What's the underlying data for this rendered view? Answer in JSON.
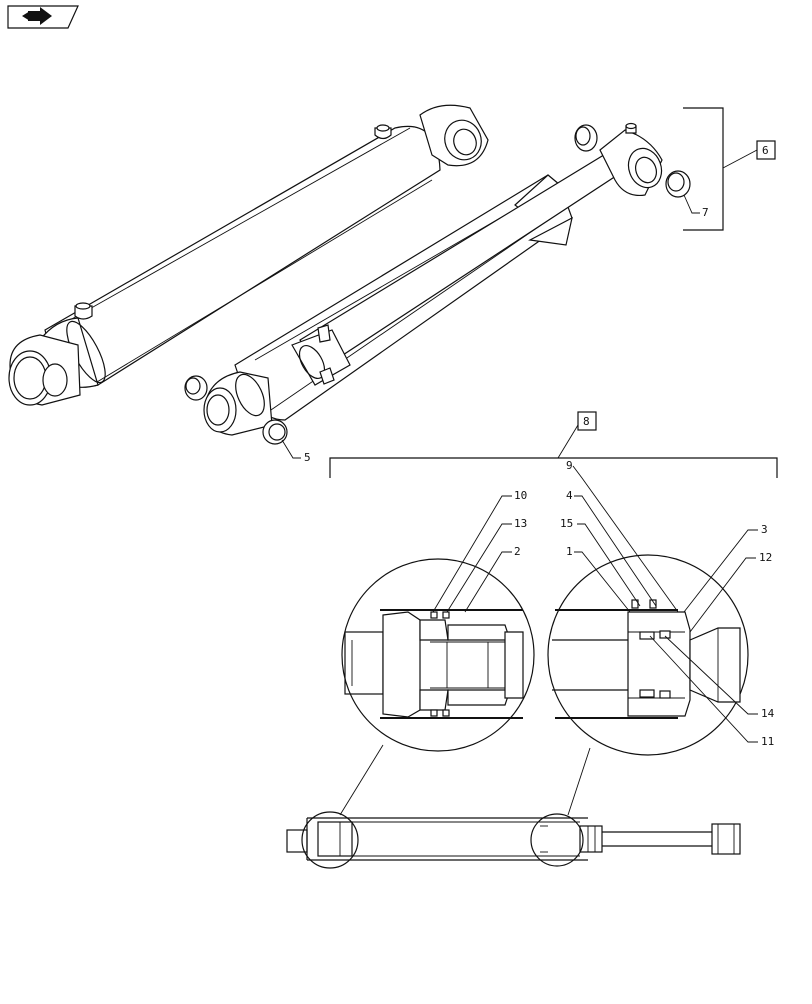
{
  "nav": {
    "icon": "next-page-arrow-icon"
  },
  "callouts": {
    "c1": "1",
    "c2": "2",
    "c3": "3",
    "c4": "4",
    "c5": "5",
    "c6": "6",
    "c7": "7",
    "c8": "8",
    "c9": "9",
    "c10": "10",
    "c11": "11",
    "c12": "12",
    "c13": "13",
    "c14": "14",
    "c15": "15"
  }
}
